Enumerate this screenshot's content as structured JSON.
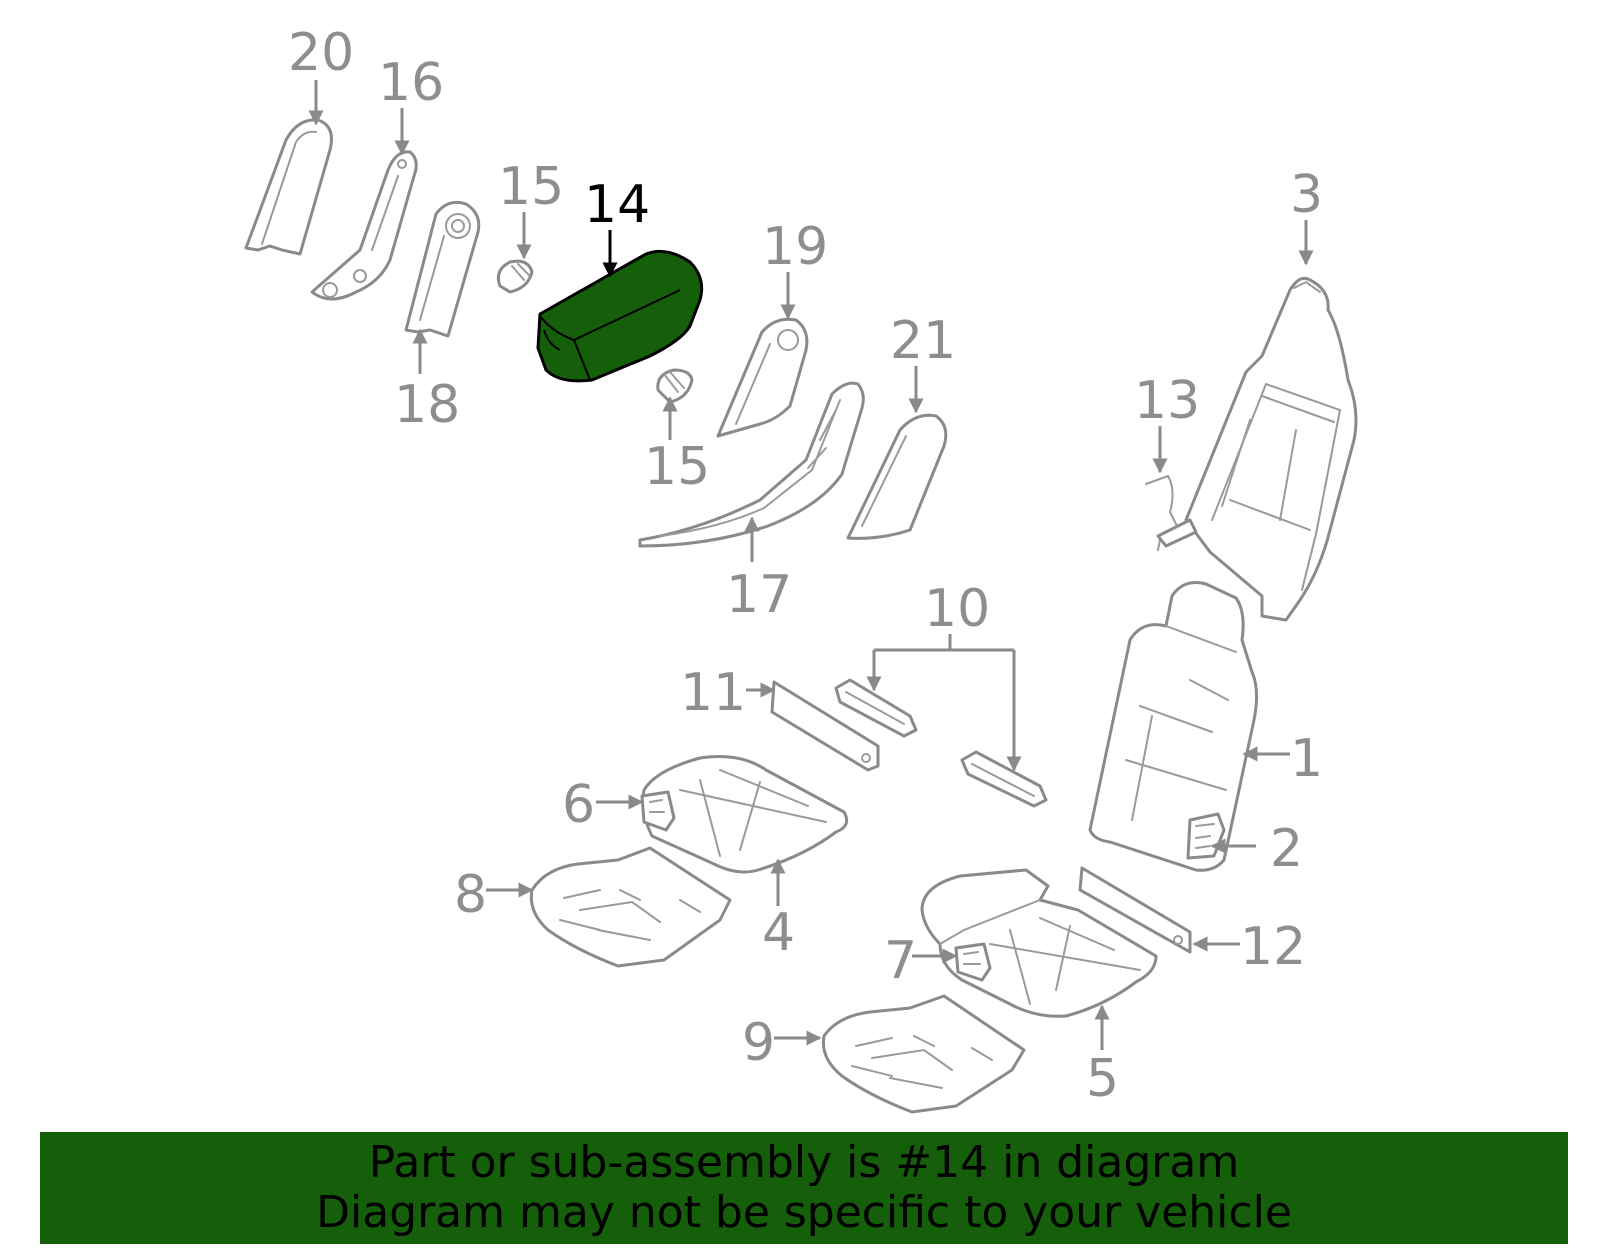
{
  "callouts": {
    "c1": "1",
    "c2": "2",
    "c3": "3",
    "c4": "4",
    "c5": "5",
    "c6": "6",
    "c7": "7",
    "c8": "8",
    "c9": "9",
    "c10": "10",
    "c11": "11",
    "c12": "12",
    "c13": "13",
    "c14": "14",
    "c15a": "15",
    "c15b": "15",
    "c16": "16",
    "c17": "17",
    "c18": "18",
    "c19": "19",
    "c20": "20",
    "c21": "21"
  },
  "highlight": {
    "part": "14",
    "color": "#155e0a"
  },
  "banner": {
    "line1": "Part or sub-assembly is #14 in diagram",
    "line2": "Diagram may not be specific to your vehicle",
    "color": "#155e0a"
  }
}
